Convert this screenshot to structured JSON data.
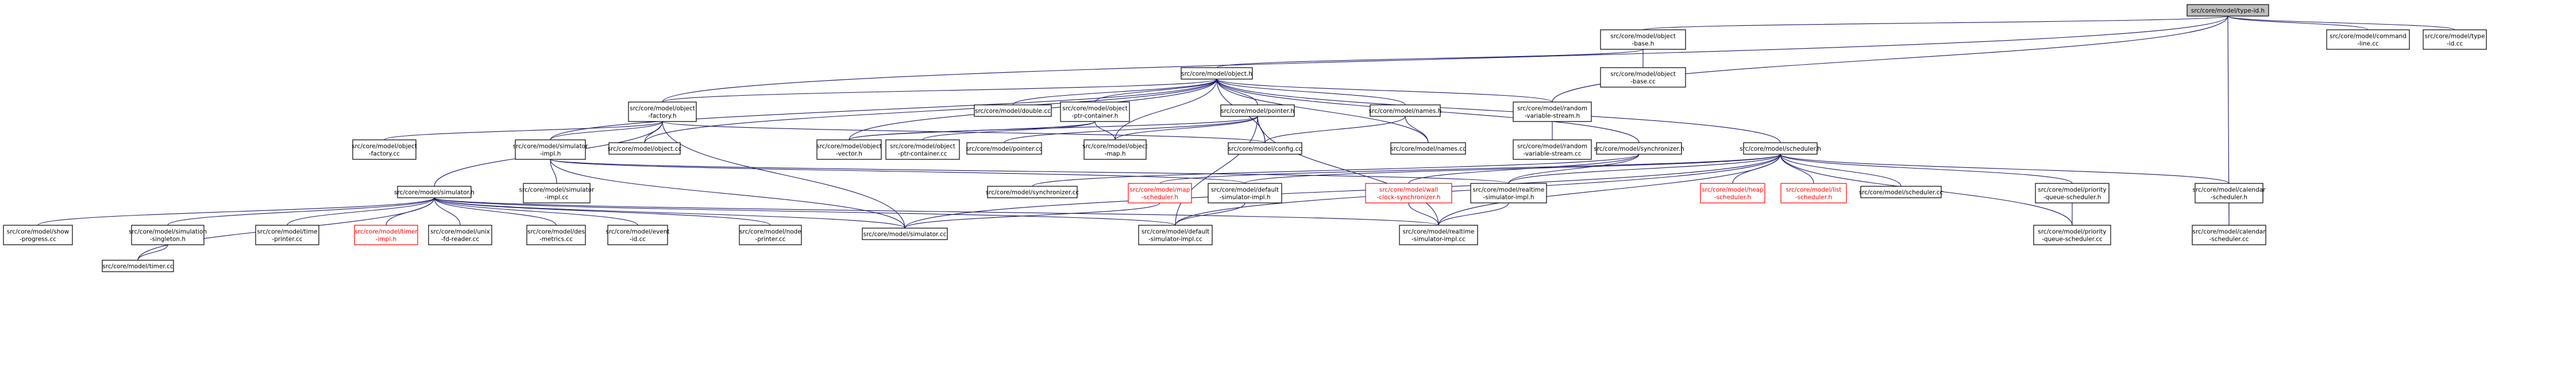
{
  "diagram": {
    "type": "include-dependency-graph",
    "colors": {
      "edge": "#191970",
      "root_fill": "#bfbfbf",
      "node_border": "#000000",
      "missing_doc": "#ff0000"
    },
    "nodes": [
      {
        "id": "typeid_h",
        "lines": [
          "src/core/model/type-id.h"
        ],
        "style": "root"
      },
      {
        "id": "objbase_h",
        "lines": [
          "src/core/model/object",
          "-base.h"
        ]
      },
      {
        "id": "cmdline_cc",
        "lines": [
          "src/core/model/command",
          "-line.cc"
        ]
      },
      {
        "id": "typeid_cc",
        "lines": [
          "src/core/model/type",
          "-id.cc"
        ]
      },
      {
        "id": "object_h",
        "lines": [
          "src/core/model/object.h"
        ]
      },
      {
        "id": "objbase_cc",
        "lines": [
          "src/core/model/object",
          "-base.cc"
        ]
      },
      {
        "id": "objfactory_h",
        "lines": [
          "src/core/model/object",
          "-factory.h"
        ]
      },
      {
        "id": "double_cc",
        "lines": [
          "src/core/model/double.cc"
        ]
      },
      {
        "id": "ptrcontainer_h",
        "lines": [
          "src/core/model/object",
          "-ptr-container.h"
        ]
      },
      {
        "id": "pointer_h",
        "lines": [
          "src/core/model/pointer.h"
        ]
      },
      {
        "id": "names_h",
        "lines": [
          "src/core/model/names.h"
        ]
      },
      {
        "id": "randstream_h",
        "lines": [
          "src/core/model/random",
          "-variable-stream.h"
        ]
      },
      {
        "id": "objfactory_cc",
        "lines": [
          "src/core/model/object",
          "-factory.cc"
        ]
      },
      {
        "id": "simimpl_h",
        "lines": [
          "src/core/model/simulator",
          "-impl.h"
        ]
      },
      {
        "id": "object_cc",
        "lines": [
          "src/core/model/object.cc"
        ]
      },
      {
        "id": "objvector_h",
        "lines": [
          "src/core/model/object",
          "-vector.h"
        ]
      },
      {
        "id": "ptrcontainer_cc",
        "lines": [
          "src/core/model/object",
          "-ptr-container.cc"
        ]
      },
      {
        "id": "pointer_cc",
        "lines": [
          "src/core/model/pointer.cc"
        ]
      },
      {
        "id": "objmap_h",
        "lines": [
          "src/core/model/object",
          "-map.h"
        ]
      },
      {
        "id": "config_cc",
        "lines": [
          "src/core/model/config.cc"
        ]
      },
      {
        "id": "names_cc",
        "lines": [
          "src/core/model/names.cc"
        ]
      },
      {
        "id": "randstream_cc",
        "lines": [
          "src/core/model/random",
          "-variable-stream.cc"
        ]
      },
      {
        "id": "synchronizer_h",
        "lines": [
          "src/core/model/synchronizer.h"
        ]
      },
      {
        "id": "scheduler_h",
        "lines": [
          "src/core/model/scheduler.h"
        ]
      },
      {
        "id": "simimpl_cc",
        "lines": [
          "src/core/model/simulator",
          "-impl.cc"
        ]
      },
      {
        "id": "simulator_h",
        "lines": [
          "src/core/model/simulator.h"
        ]
      },
      {
        "id": "synchronizer_cc",
        "lines": [
          "src/core/model/synchronizer.cc"
        ]
      },
      {
        "id": "mapsched_h",
        "lines": [
          "src/core/model/map",
          "-scheduler.h"
        ],
        "style": "red"
      },
      {
        "id": "defsimimpl_h",
        "lines": [
          "src/core/model/default",
          "-simulator-impl.h"
        ]
      },
      {
        "id": "wallclock_h",
        "lines": [
          "src/core/model/wall",
          "-clock-synchronizer.h"
        ],
        "style": "red"
      },
      {
        "id": "rtsimimpl_h",
        "lines": [
          "src/core/model/realtime",
          "-simulator-impl.h"
        ]
      },
      {
        "id": "heapsched_h",
        "lines": [
          "src/core/model/heap",
          "-scheduler.h"
        ],
        "style": "red"
      },
      {
        "id": "listsched_h",
        "lines": [
          "src/core/model/list",
          "-scheduler.h"
        ],
        "style": "red"
      },
      {
        "id": "scheduler_cc",
        "lines": [
          "src/core/model/scheduler.cc"
        ]
      },
      {
        "id": "priosched_h",
        "lines": [
          "src/core/model/priority",
          "-queue-scheduler.h"
        ]
      },
      {
        "id": "calsched_h",
        "lines": [
          "src/core/model/calendar",
          "-scheduler.h"
        ]
      },
      {
        "id": "showprog_cc",
        "lines": [
          "src/core/model/show",
          "-progress.cc"
        ]
      },
      {
        "id": "simsingleton_h",
        "lines": [
          "src/core/model/simulation",
          "-singleton.h"
        ]
      },
      {
        "id": "timeprinter_cc",
        "lines": [
          "src/core/model/time",
          "-printer.cc"
        ]
      },
      {
        "id": "timerimpl_h",
        "lines": [
          "src/core/model/timer",
          "-impl.h"
        ],
        "style": "red"
      },
      {
        "id": "unixfd_cc",
        "lines": [
          "src/core/model/unix",
          "-fd-reader.cc"
        ]
      },
      {
        "id": "desmetrics_cc",
        "lines": [
          "src/core/model/des",
          "-metrics.cc"
        ]
      },
      {
        "id": "eventid_cc",
        "lines": [
          "src/core/model/event",
          "-id.cc"
        ]
      },
      {
        "id": "nodeprinter_cc",
        "lines": [
          "src/core/model/node",
          "-printer.cc"
        ]
      },
      {
        "id": "simulator_cc",
        "lines": [
          "src/core/model/simulator.cc"
        ]
      },
      {
        "id": "defsimimpl_cc",
        "lines": [
          "src/core/model/default",
          "-simulator-impl.cc"
        ]
      },
      {
        "id": "rtsimimpl_cc",
        "lines": [
          "src/core/model/realtime",
          "-simulator-impl.cc"
        ]
      },
      {
        "id": "priosched_cc",
        "lines": [
          "src/core/model/priority",
          "-queue-scheduler.cc"
        ]
      },
      {
        "id": "calsched_cc",
        "lines": [
          "src/core/model/calendar",
          "-scheduler.cc"
        ]
      },
      {
        "id": "timer_cc",
        "lines": [
          "src/core/model/timer.cc"
        ]
      }
    ],
    "edges": [
      [
        "typeid_h",
        "objbase_h"
      ],
      [
        "typeid_h",
        "cmdline_cc"
      ],
      [
        "typeid_h",
        "typeid_cc"
      ],
      [
        "typeid_h",
        "objfactory_h"
      ],
      [
        "typeid_h",
        "randstream_h"
      ],
      [
        "typeid_h",
        "calsched_cc"
      ],
      [
        "objbase_h",
        "object_h"
      ],
      [
        "objbase_h",
        "objbase_cc"
      ],
      [
        "object_h",
        "objfactory_h"
      ],
      [
        "object_h",
        "double_cc"
      ],
      [
        "object_h",
        "ptrcontainer_h"
      ],
      [
        "object_h",
        "pointer_h"
      ],
      [
        "object_h",
        "names_h"
      ],
      [
        "object_h",
        "randstream_h"
      ],
      [
        "object_h",
        "simimpl_h"
      ],
      [
        "object_h",
        "object_cc"
      ],
      [
        "object_h",
        "objvector_h"
      ],
      [
        "object_h",
        "objmap_h"
      ],
      [
        "object_h",
        "config_cc"
      ],
      [
        "object_h",
        "names_cc"
      ],
      [
        "object_h",
        "synchronizer_h"
      ],
      [
        "object_h",
        "scheduler_h"
      ],
      [
        "objfactory_h",
        "objfactory_cc"
      ],
      [
        "objfactory_h",
        "simimpl_h"
      ],
      [
        "objfactory_h",
        "object_cc"
      ],
      [
        "objfactory_h",
        "simulator_h"
      ],
      [
        "objfactory_h",
        "config_cc"
      ],
      [
        "objfactory_h",
        "simulator_cc"
      ],
      [
        "ptrcontainer_h",
        "ptrcontainer_cc"
      ],
      [
        "ptrcontainer_h",
        "objvector_h"
      ],
      [
        "ptrcontainer_h",
        "objmap_h"
      ],
      [
        "pointer_h",
        "pointer_cc"
      ],
      [
        "pointer_h",
        "objvector_h"
      ],
      [
        "pointer_h",
        "objmap_h"
      ],
      [
        "pointer_h",
        "config_cc"
      ],
      [
        "pointer_h",
        "rtsimimpl_cc"
      ],
      [
        "pointer_h",
        "defsimimpl_cc"
      ],
      [
        "names_h",
        "config_cc"
      ],
      [
        "names_h",
        "names_cc"
      ],
      [
        "randstream_h",
        "randstream_cc"
      ],
      [
        "simimpl_h",
        "simimpl_cc"
      ],
      [
        "simimpl_h",
        "simulator_cc"
      ],
      [
        "simimpl_h",
        "defsimimpl_h"
      ],
      [
        "simimpl_h",
        "rtsimimpl_h"
      ],
      [
        "synchronizer_h",
        "synchronizer_cc"
      ],
      [
        "synchronizer_h",
        "wallclock_h"
      ],
      [
        "synchronizer_h",
        "rtsimimpl_h"
      ],
      [
        "scheduler_h",
        "mapsched_h"
      ],
      [
        "scheduler_h",
        "defsimimpl_h"
      ],
      [
        "scheduler_h",
        "rtsimimpl_h"
      ],
      [
        "scheduler_h",
        "heapsched_h"
      ],
      [
        "scheduler_h",
        "listsched_h"
      ],
      [
        "scheduler_h",
        "scheduler_cc"
      ],
      [
        "scheduler_h",
        "priosched_h"
      ],
      [
        "scheduler_h",
        "calsched_h"
      ],
      [
        "scheduler_h",
        "simulator_cc"
      ],
      [
        "scheduler_h",
        "defsimimpl_cc"
      ],
      [
        "scheduler_h",
        "rtsimimpl_cc"
      ],
      [
        "scheduler_h",
        "priosched_cc"
      ],
      [
        "simulator_h",
        "showprog_cc"
      ],
      [
        "simulator_h",
        "simsingleton_h"
      ],
      [
        "simulator_h",
        "timeprinter_cc"
      ],
      [
        "simulator_h",
        "timerimpl_h"
      ],
      [
        "simulator_h",
        "unixfd_cc"
      ],
      [
        "simulator_h",
        "desmetrics_cc"
      ],
      [
        "simulator_h",
        "eventid_cc"
      ],
      [
        "simulator_h",
        "nodeprinter_cc"
      ],
      [
        "simulator_h",
        "simulator_cc"
      ],
      [
        "simulator_h",
        "defsimimpl_cc"
      ],
      [
        "simulator_h",
        "rtsimimpl_cc"
      ],
      [
        "simulator_h",
        "timer_cc"
      ],
      [
        "mapsched_h",
        "simulator_cc"
      ],
      [
        "defsimimpl_h",
        "defsimimpl_cc"
      ],
      [
        "wallclock_h",
        "rtsimimpl_cc"
      ],
      [
        "rtsimimpl_h",
        "rtsimimpl_cc"
      ],
      [
        "priosched_h",
        "priosched_cc"
      ],
      [
        "calsched_h",
        "calsched_cc"
      ],
      [
        "simsingleton_h",
        "timer_cc"
      ]
    ]
  }
}
